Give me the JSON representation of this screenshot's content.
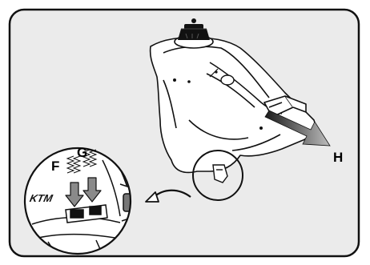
{
  "labels": {
    "f": "F",
    "g": "G",
    "h": "H",
    "brand": "KTM"
  },
  "colors": {
    "panel_background": "#ebebeb",
    "outline": "#111111",
    "tank_fill": "#ffffff",
    "arrow_gradient_start": "#1a1a1a",
    "arrow_gradient_end": "#bdbdbd"
  },
  "icons": {
    "cap": "fuel-cap-icon",
    "pull_arrow": "pull-direction-arrow-icon",
    "pointer": "curved-pointer-arrow-icon",
    "spring_f": "spring-clip-icon",
    "spring_g": "spring-clip-icon"
  }
}
